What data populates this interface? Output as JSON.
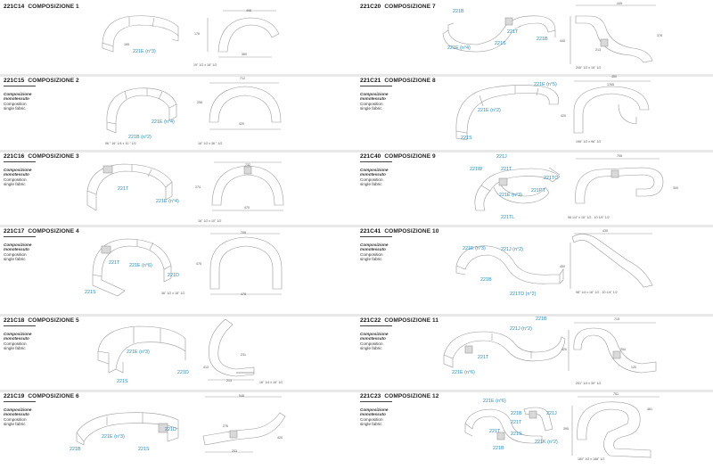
{
  "colors": {
    "accent": "#2a8bb5",
    "line": "#9a9a9a",
    "text": "#222222",
    "divider": "#e6e6e6"
  },
  "shared": {
    "desc_line1": "Composizione",
    "desc_line2": "monotessuto",
    "desc_line3": "Composition",
    "desc_line4": "single fabric"
  },
  "sections": [
    {
      "code": "221C14",
      "title": "COMPOSIZIONE 1",
      "labels": [
        "221E (n°3)",
        "165"
      ],
      "dims": [
        "495",
        "176",
        "360",
        "19\" 1/2 x 16\" 1/2"
      ]
    },
    {
      "code": "221C15",
      "title": "COMPOSIZIONE 2",
      "labels": [
        "221E (n°4)",
        "221B (n°2)"
      ],
      "dims": [
        "712",
        "256",
        "420",
        "96 \" 16\" 1/4 x 10 \" 1/2",
        "16\" 1/2 x 36 \" 1/2"
      ]
    },
    {
      "code": "221C16",
      "title": "COMPOSIZIONE 3",
      "labels": [
        "221T",
        "221E (n°4)"
      ],
      "dims": [
        "732",
        "274",
        "470",
        "16\" 1/2 x 10\" 1/2"
      ]
    },
    {
      "code": "221C17",
      "title": "COMPOSIZIONE 4",
      "labels": [
        "221T",
        "221E (n°6)",
        "221S",
        "221D"
      ],
      "dims": [
        "708",
        "475",
        "478",
        "36\" 1/2 x 18\" 1/2"
      ]
    },
    {
      "code": "221C18",
      "title": "COMPOSIZIONE 5",
      "labels": [
        "221E (n°3)",
        "221S",
        "221D"
      ],
      "dims": [
        "413",
        "231",
        "213",
        "16\" 1/4 x 16\" 1/2"
      ]
    },
    {
      "code": "221C19",
      "title": "COMPOSIZIONE 6",
      "labels": [
        "221E (n°3)",
        "221B",
        "221S",
        "221D"
      ],
      "dims": [
        "548",
        "276",
        "253",
        "420"
      ]
    },
    {
      "code": "221C20",
      "title": "COMPOSIZIONE 7",
      "labels": [
        "221B",
        "221T",
        "221S",
        "221E (n°4)",
        "221B"
      ],
      "dims": [
        "449",
        "213",
        "445",
        "378",
        "206\" 1/2 x 16\" 1/2"
      ]
    },
    {
      "code": "221C21",
      "title": "COMPOSIZIONE 8",
      "labels": [
        "221E (n°5)",
        "221E (n°2)",
        "221S"
      ],
      "dims": [
        "450",
        "1765",
        "420",
        "196\" 1/2 x 96\" 1/2"
      ]
    },
    {
      "code": "221C40",
      "title": "COMPOSIZIONE 9",
      "labels": [
        "221J",
        "221W",
        "221E (n°3)",
        "221PT",
        "221T",
        "221TO",
        "221TL"
      ],
      "dims": [
        "708",
        "300",
        "98 1/4\" x 16\" 1/2 - 10 1/4\" 1/2"
      ]
    },
    {
      "code": "221C41",
      "title": "COMPOSIZIONE 10",
      "labels": [
        "221E (n°3)",
        "221J (n°2)",
        "221B",
        "221TD (n°2)"
      ],
      "dims": [
        "430",
        "450",
        "98\" 1/4 x 16\" 1/2 - 10 1/4\" 1/2"
      ]
    },
    {
      "code": "221C22",
      "title": "COMPOSIZIONE 11",
      "labels": [
        "221B",
        "221J (n°2)",
        "221T",
        "221E (n°6)"
      ],
      "dims": [
        "715",
        "420",
        "254",
        "120",
        "251\" 1/4 x 30\" 1/2"
      ]
    },
    {
      "code": "221C23",
      "title": "COMPOSIZIONE 12",
      "labels": [
        "221E (n°6)",
        "221B",
        "221T",
        "221J",
        "221T",
        "221S",
        "221K (n°2)",
        "221B"
      ],
      "dims": [
        "751",
        "395",
        "461",
        "180\" 1/2 x 188\" 1/2"
      ]
    }
  ]
}
